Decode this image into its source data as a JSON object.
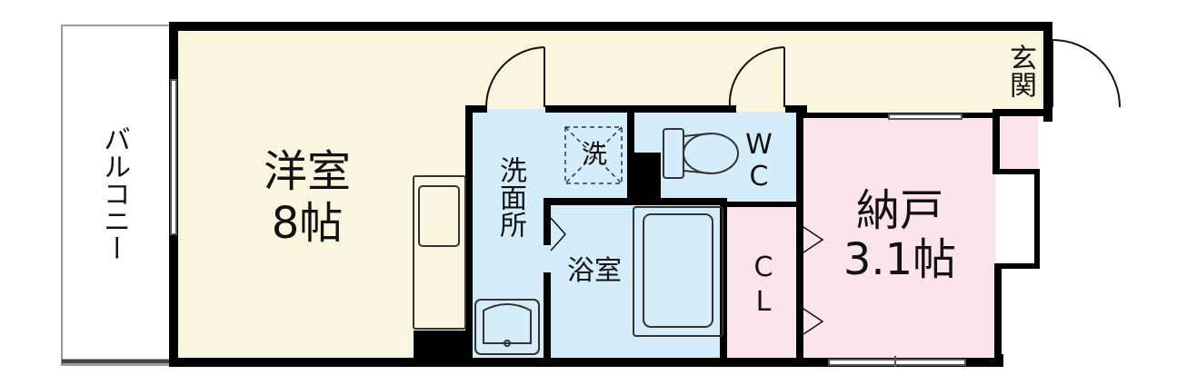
{
  "colors": {
    "western_room": "#f9f5df",
    "wet_area": "#d3eefa",
    "storage_room": "#fbe4ee",
    "wall": "#000000",
    "fixture_stroke": "#333333"
  },
  "rooms": {
    "balcony": "バルコニー",
    "western_room_name": "洋室",
    "western_room_size": "8帖",
    "washroom": "洗面所",
    "washer_mark": "洗",
    "bathroom": "浴室",
    "toilet_w": "W",
    "toilet_c": "C",
    "closet_c": "C",
    "closet_l": "L",
    "storage_room_name": "納戸",
    "storage_room_size": "3.1帖",
    "entrance": "玄関"
  }
}
